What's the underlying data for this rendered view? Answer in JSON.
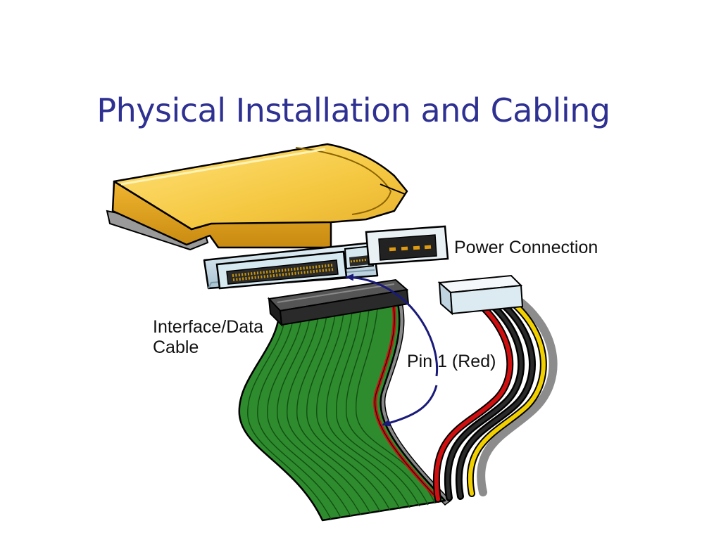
{
  "slide": {
    "title": "Physical Installation and Cabling"
  },
  "diagram": {
    "labels": {
      "power_connection": "Power Connection",
      "interface_data_line1": "Interface/Data",
      "interface_data_line2": "Cable",
      "pin1": "Pin 1 (Red)"
    },
    "colors": {
      "title": "#2E3192",
      "drive_top": "#F5C842",
      "drive_side": "#E0A21C",
      "ribbon_cable": "#2E8B2E",
      "pin1_stripe": "#D01010",
      "arrow": "#1A1A7A",
      "power_wires": [
        "#D01010",
        "#111111",
        "#111111",
        "#F2D000"
      ]
    }
  }
}
